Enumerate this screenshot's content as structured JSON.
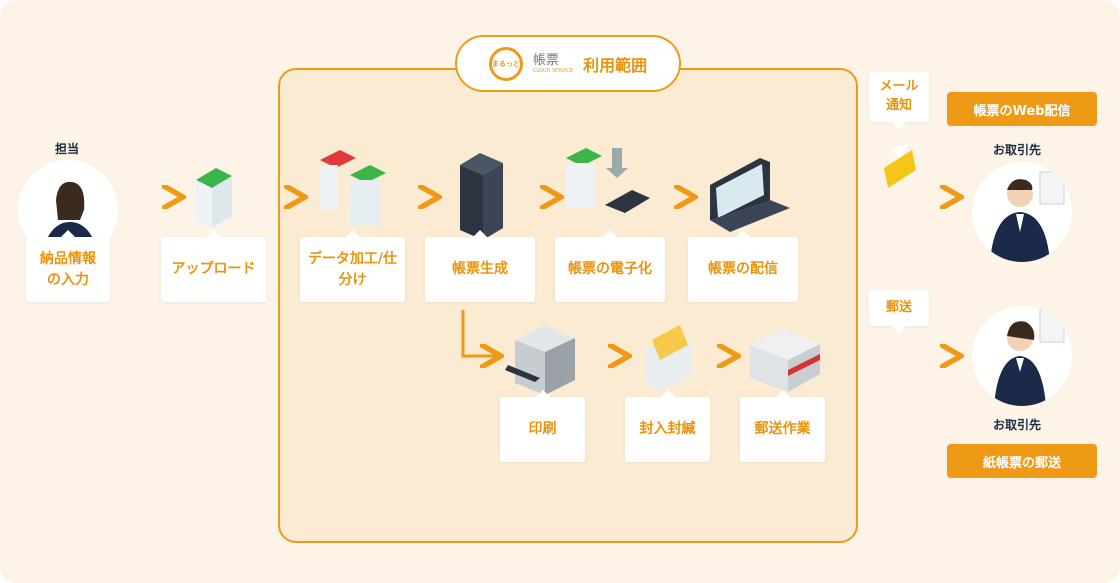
{
  "header": {
    "logo_name": "帳票",
    "logo_sub": "CLOUD SERVICE",
    "logo_mark": "まるっと",
    "title": "利用範囲"
  },
  "left": {
    "role": "担当",
    "step": "納品情報の入力"
  },
  "steps": {
    "upload": "アップロード",
    "process": "データ加工/仕分け",
    "generate": "帳票生成",
    "digitize": "帳票の電子化",
    "deliver": "帳票の配信",
    "print": "印刷",
    "enclose": "封入封緘",
    "mail_work": "郵送作業"
  },
  "right": {
    "mail_notice": "メール通知",
    "post": "郵送",
    "web_badge": "帳票のWeb配信",
    "paper_badge": "紙帳票の郵送",
    "client_top": "お取引先",
    "client_bottom": "お取引先"
  },
  "colors": {
    "accent": "#ee9a1a",
    "background": "#fdf3e6",
    "range_fill": "#fbebd2"
  }
}
